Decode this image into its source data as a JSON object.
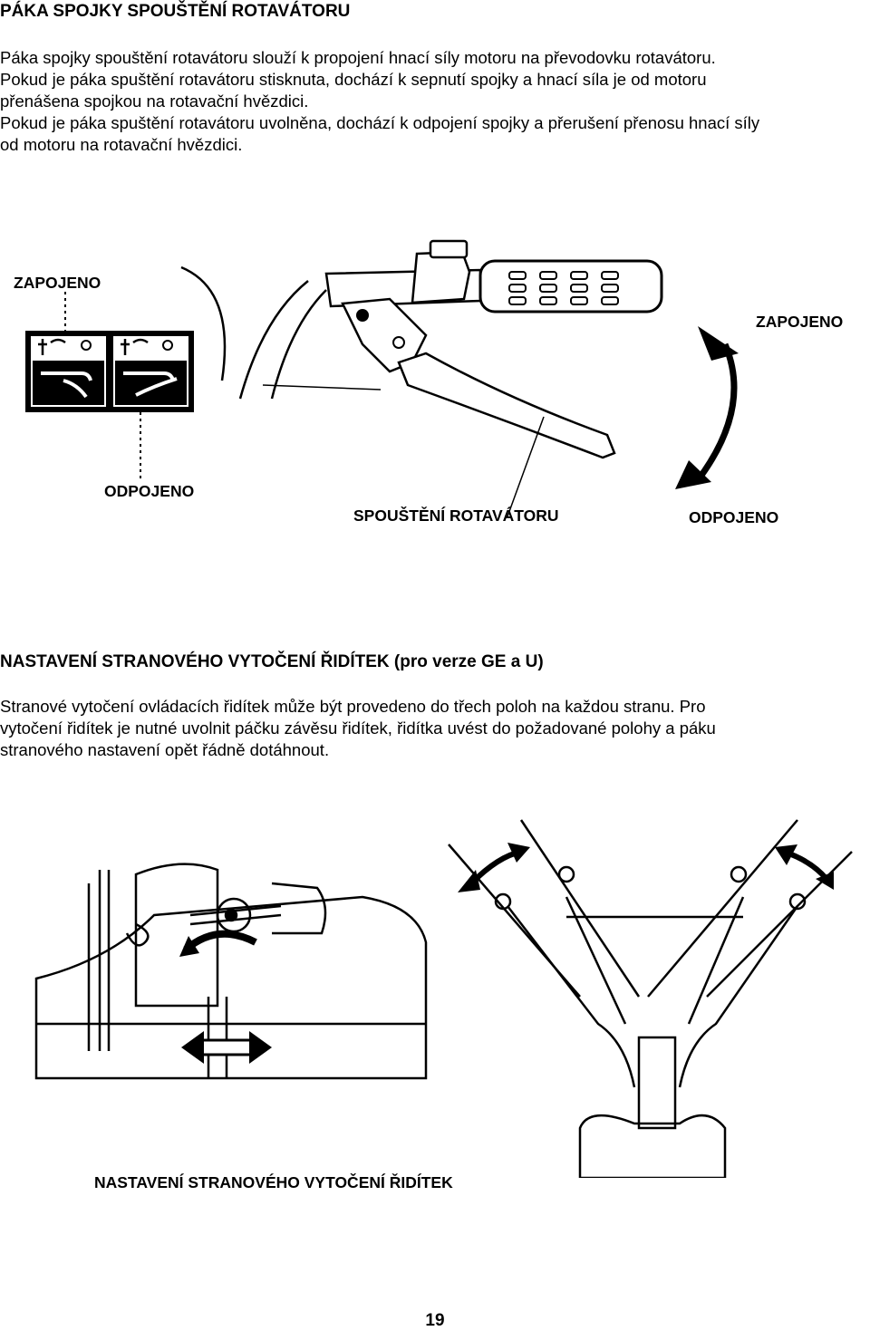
{
  "section1": {
    "heading": "PÁKA SPOJKY SPOUŠTĚNÍ ROTAVÁTORU",
    "lines": [
      "Páka spojky spouštění rotavátoru slouží k propojení hnací síly motoru na převodovku rotavátoru.",
      "Pokud je páka spuštění rotavátoru stisknuta, dochází k sepnutí spojky a hnací síla je od motoru",
      "přenášena spojkou na rotavační hvězdici.",
      "Pokud je páka spuštění rotavátoru uvolněna, dochází k odpojení spojky a přerušení přenosu hnací síly",
      "od motoru na rotavační hvězdici."
    ]
  },
  "figure1": {
    "label_zapojeno_left": "ZAPOJENO",
    "label_odpojeno_left": "ODPOJENO",
    "label_zapojeno_right": "ZAPOJENO",
    "label_odpojeno_right": "ODPOJENO",
    "caption": "SPOUŠTĚNÍ ROTAVÁTORU"
  },
  "section2": {
    "heading": "NASTAVENÍ STRANOVÉHO VYTOČENÍ ŘIDÍTEK (pro verze GE a U)",
    "lines": [
      "Stranové vytočení ovládacích řidítek může být provedeno do třech poloh na každou stranu. Pro",
      "vytočení řidítek je nutné uvolnit páčku závěsu řidítek, řidítka uvést do požadované polohy a páku",
      "stranového nastavení opět řádně dotáhnout."
    ]
  },
  "figure2": {
    "caption": "NASTAVENÍ STRANOVÉHO VYTOČENÍ ŘIDÍTEK"
  },
  "page_number": "19"
}
